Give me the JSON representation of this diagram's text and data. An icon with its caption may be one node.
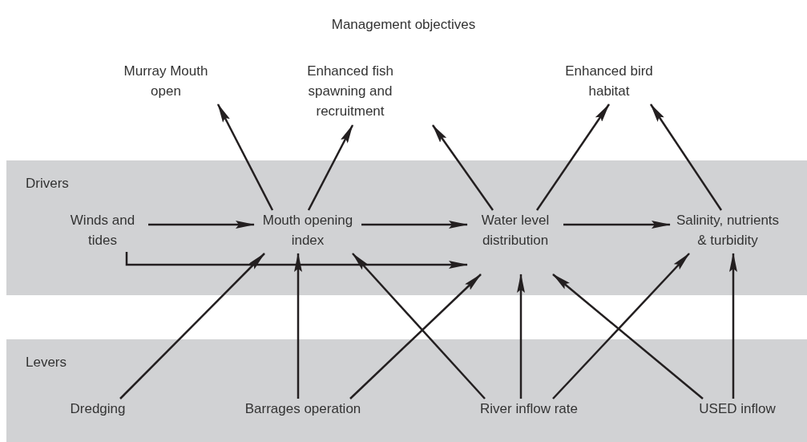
{
  "diagram": {
    "title": "Management objectives",
    "nodes": [
      {
        "text": [
          "Murray Mouth open"
        ]
      },
      {
        "text": [
          "Enhanced fish spawning and recruitment"
        ]
      },
      {
        "text": [
          "Enhanced bird habitat"
        ]
      },
      {
        "text": [
          "Drivers"
        ]
      },
      {
        "text": [
          "Winds and tides"
        ],
        "in": 3
      },
      {
        "text": [
          "Mouth opening index"
        ],
        "in": 3
      },
      {
        "text": [
          "Water level distribution"
        ],
        "in": 3
      },
      {
        "text": [
          "Salinity, nutrients & turbidity"
        ],
        "in": 3
      },
      {
        "text": [
          "Levers"
        ]
      },
      {
        "text": [
          "Dredging"
        ],
        "in": 8
      },
      {
        "text": [
          "Barrages operation"
        ],
        "in": 8
      },
      {
        "text": [
          "River inflow rate"
        ],
        "in": 8
      },
      {
        "text": [
          "USED inflow"
        ],
        "in": 8
      }
    ],
    "edges": [
      {
        "from": 4,
        "to": 5,
        "arrow": "to"
      },
      {
        "from": 5,
        "to": 6,
        "arrow": "to"
      },
      {
        "from": 6,
        "to": 7,
        "arrow": "to"
      },
      {
        "from": 4,
        "to": 6,
        "arrow": "to"
      },
      {
        "from": 5,
        "to": 0,
        "arrow": "to"
      },
      {
        "from": 5,
        "to": 1,
        "arrow": "to"
      },
      {
        "from": 6,
        "to": 1,
        "arrow": "to"
      },
      {
        "from": 6,
        "to": 2,
        "arrow": "to"
      },
      {
        "from": 7,
        "to": 2,
        "arrow": "to"
      },
      {
        "from": 9,
        "to": 5,
        "arrow": "to"
      },
      {
        "from": 10,
        "to": 5,
        "arrow": "to"
      },
      {
        "from": 10,
        "to": 6,
        "arrow": "to"
      },
      {
        "from": 11,
        "to": 5,
        "arrow": "to"
      },
      {
        "from": 11,
        "to": 6,
        "arrow": "to"
      },
      {
        "from": 11,
        "to": 7,
        "arrow": "to"
      },
      {
        "from": 12,
        "to": 6,
        "arrow": "to"
      },
      {
        "from": 12,
        "to": 7,
        "arrow": "to"
      }
    ]
  }
}
